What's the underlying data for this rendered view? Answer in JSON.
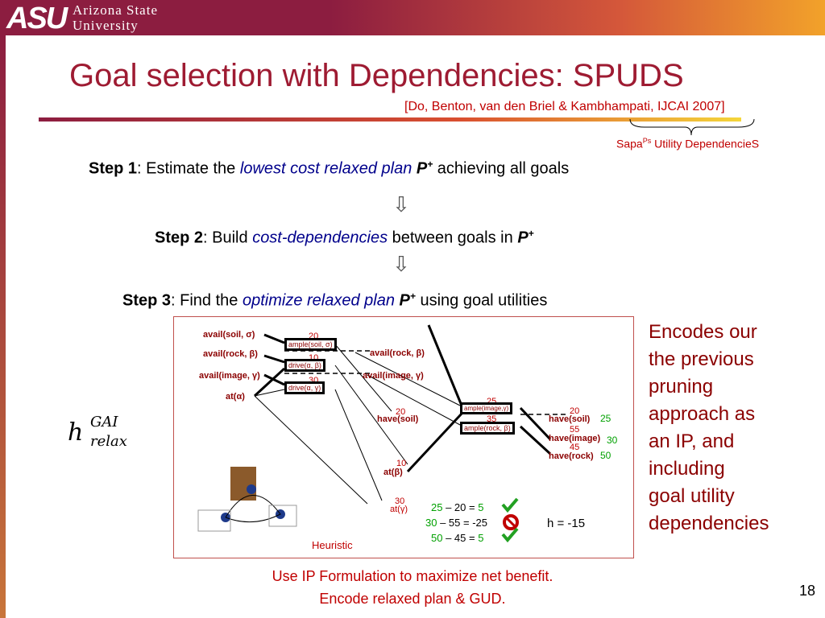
{
  "header": {
    "logo": "ASU",
    "university_line1": "Arizona State",
    "university_line2": "University"
  },
  "slide": {
    "title": "Goal selection with Dependencies: SPUDS",
    "citation": "[Do, Benton, van den Briel & Kambhampati, IJCAI 2007]",
    "sapa_base": "Sapa",
    "sapa_sup": "Ps",
    "sapa_rest": " Utility DependencieS",
    "page_number": "18"
  },
  "steps": [
    {
      "bold": "Step 1",
      "pre": ": Estimate the ",
      "ital": "lowest cost relaxed plan ",
      "p": "P",
      "plus": "+",
      "post": " achieving all goals"
    },
    {
      "bold": "Step 2",
      "pre": ": Build ",
      "ital": "cost-dependencies",
      "post1": " between goals in ",
      "p": "P",
      "plus": "+"
    },
    {
      "bold": "Step 3",
      "pre": ": Find the ",
      "ital": "optimize relaxed plan ",
      "p": "P",
      "plus": "+",
      "post": " using goal utilities"
    }
  ],
  "arrow_glyph": "⇩",
  "heuristic_symbol": {
    "base": "h",
    "sup": "GAI",
    "sub": "relax"
  },
  "diagram": {
    "left_labels": [
      "avail(soil, σ)",
      "avail(rock, β)",
      "avail(image, γ)",
      "at(α)"
    ],
    "actions": [
      "ample(soil, σ)",
      "drive(α, β)",
      "drive(α, γ)",
      "ample(image,γ)",
      "ample(rock, β)"
    ],
    "costs": [
      "20",
      "10",
      "30",
      "25",
      "35",
      "20",
      "10",
      "30",
      "20",
      "55",
      "45"
    ],
    "mid_labels": [
      "avail(rock, β)",
      "avail(image, γ)",
      "have(soil)",
      "at(β)",
      "at(γ)"
    ],
    "goal_labels": [
      "have(soil)",
      "have(image)",
      "have(rock)"
    ],
    "utilities": [
      "25",
      "30",
      "50"
    ],
    "calc": [
      {
        "a": "25",
        "op": " – 20 = ",
        "r": "5",
        "ok": true
      },
      {
        "a": "30",
        "op": " – 55 = -25",
        "r": "",
        "ok": false
      },
      {
        "a": "50",
        "op": " – 45 = ",
        "r": "5",
        "ok": true
      }
    ],
    "h_value": "h = -15",
    "heuristic_label": "Heuristic"
  },
  "side_text": [
    "Encodes our",
    "the previous",
    "pruning",
    "approach as",
    "an IP, and",
    "including",
    "goal utility",
    "dependencies"
  ],
  "bottom_text": [
    "Use IP Formulation to maximize net benefit.",
    "Encode relaxed plan & GUD."
  ],
  "colors": {
    "asu_maroon": "#8c1d40",
    "title_red": "#9e1b32",
    "accent_red": "#c00000",
    "green": "#00a000"
  }
}
